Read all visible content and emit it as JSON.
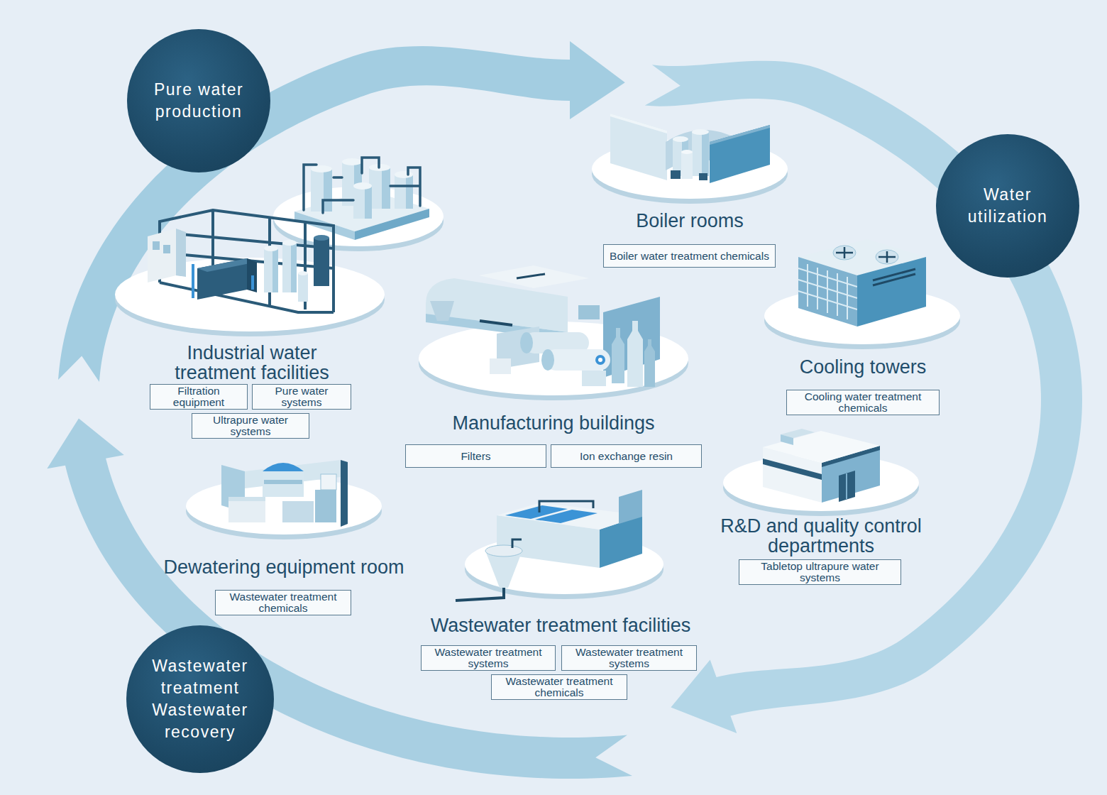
{
  "diagram": {
    "nodes": [
      {
        "text": [
          "Pure water production"
        ]
      },
      {
        "text": [
          "Water utilization"
        ]
      },
      {
        "text": [
          "Boiler water treatment chemicals"
        ]
      },
      {
        "text": [
          "Filtration equipment"
        ]
      },
      {
        "text": [
          "Pure water systems"
        ]
      },
      {
        "text": [
          "Cooling water treatment chemicals"
        ]
      },
      {
        "text": [
          "Ultrapure water systems"
        ]
      },
      {
        "text": [
          "Filters"
        ]
      },
      {
        "text": [
          "Ion exchange resin"
        ]
      },
      {
        "text": [
          "Tabletop ultrapure water systems"
        ]
      },
      {
        "text": [
          "Wastewater treatment chemicals"
        ]
      },
      {
        "text": [
          "Wastewater treatment systems"
        ]
      },
      {
        "text": [
          "Wastewater treatment systems"
        ]
      },
      {
        "text": [
          "Wastewater treatment chemicals"
        ]
      },
      {
        "text": [
          "Wastewater treatment",
          "Wastewater recovery"
        ]
      }
    ],
    "labels": [
      "Boiler rooms",
      "Industrial water treatment facilities",
      "Cooling towers",
      "Manufacturing buildings",
      "R&D and quality control departments",
      "Dewatering equipment room",
      "Wastewater treatment facilities"
    ]
  }
}
